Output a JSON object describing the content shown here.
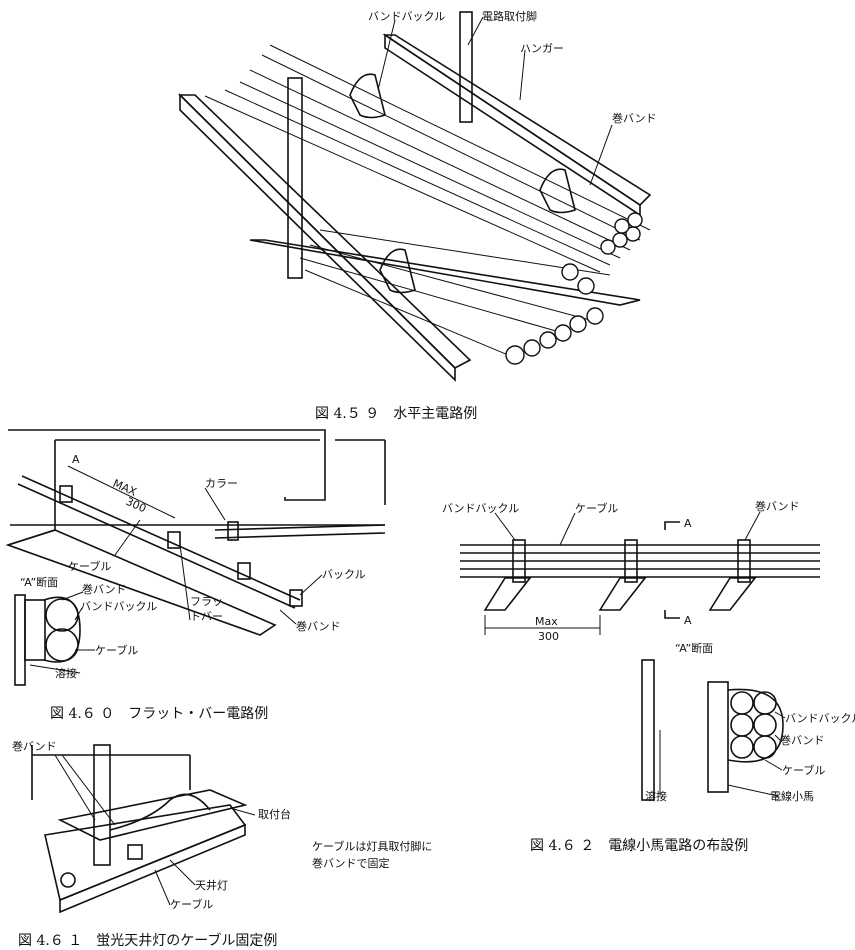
{
  "fig459": {
    "caption": "図 4.５ ９　水平主電路例",
    "labels": {
      "band_buckle": "バンドバックル",
      "hanger_leg": "電路取付脚",
      "hanger": "ハンガー",
      "maki_band": "巻バンド"
    }
  },
  "fig460": {
    "caption": "図 4.６ ０　フラット・バー電路例",
    "labels": {
      "max": "MAX",
      "max_val": "300",
      "collar": "カラー",
      "cable": "ケーブル",
      "section": "“A”断面",
      "maki_band": "巻バンド",
      "band_buckle": "バンドバックル",
      "flat_bar_1": "フラッ",
      "flat_bar_2": "トバー",
      "buckle": "バックル",
      "maki_band2": "巻バンド",
      "cable2": "ケーブル",
      "weld": "溶接",
      "a": "A"
    }
  },
  "fig461": {
    "caption": "図 4.６ １　蛍光天井灯のケーブル固定例",
    "labels": {
      "maki_band": "巻バンド",
      "mount": "取付台",
      "light": "天井灯",
      "cable": "ケーブル",
      "note_1": "ケーブルは灯具取付脚に",
      "note_2": "巻バンドで固定"
    }
  },
  "fig462": {
    "caption": "図 4.６ ２　電線小馬電路の布設例",
    "labels": {
      "band_buckle": "バンドバックル",
      "cable": "ケーブル",
      "maki_band": "巻バンド",
      "a_top": "A",
      "a_bottom": "A",
      "max": "Max",
      "max_val": "300",
      "section": "“A”断面",
      "band_buckle2": "バンドバックル",
      "maki_band2": "巻バンド",
      "cable2": "ケーブル",
      "weld": "溶接",
      "koma": "電線小馬"
    }
  }
}
